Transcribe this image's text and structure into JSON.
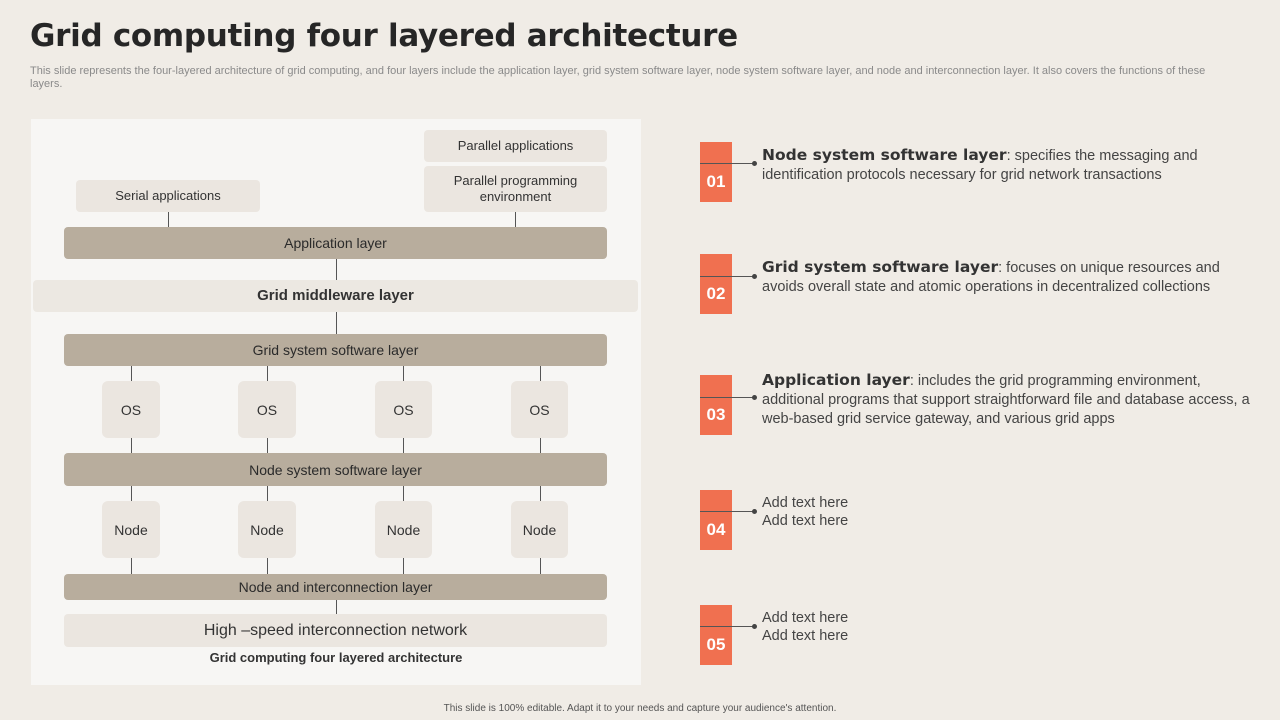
{
  "slide": {
    "title": "Grid computing four layered architecture",
    "subtitle": "This slide represents the four-layered architecture of grid computing, and four layers include the application layer, grid system software layer, node system software layer, and node and interconnection layer. It also covers the functions of these layers.",
    "footer": "This slide is 100% editable. Adapt it to your needs and capture your audience's attention."
  },
  "diagram": {
    "parallel_applications": "Parallel applications",
    "parallel_programming_environment": "Parallel programming environment",
    "serial_applications": "Serial applications",
    "application_layer": "Application layer",
    "grid_middleware_layer": "Grid middleware layer",
    "grid_system_software_layer": "Grid system software layer",
    "os_labels": [
      "OS",
      "OS",
      "OS",
      "OS"
    ],
    "node_system_software_layer": "Node system software layer",
    "node_labels": [
      "Node",
      "Node",
      "Node",
      "Node"
    ],
    "node_interconnection_layer": "Node and interconnection layer",
    "interconnection_network": "High –speed interconnection network",
    "caption": "Grid computing four layered architecture"
  },
  "items": [
    {
      "num": "01",
      "head": "Node system software layer",
      "text": ": specifies the messaging and identification protocols necessary for grid network transactions"
    },
    {
      "num": "02",
      "head": "Grid system software layer",
      "text": ": focuses on unique resources and avoids overall state and atomic operations in decentralized collections"
    },
    {
      "num": "03",
      "head": "Application layer",
      "text": ": includes the grid programming environment, additional programs that support straightforward file and database access, a web-based grid service gateway, and various grid apps"
    },
    {
      "num": "04",
      "line1": "Add text here",
      "line2": "Add text here"
    },
    {
      "num": "05",
      "line1": "Add text here",
      "line2": "Add text here"
    }
  ],
  "colors": {
    "background": "#f0ece6",
    "panel": "#f7f6f4",
    "layer_bar": "#b8ad9d",
    "light_box": "#ebe6e0",
    "accent": "#f07050"
  }
}
